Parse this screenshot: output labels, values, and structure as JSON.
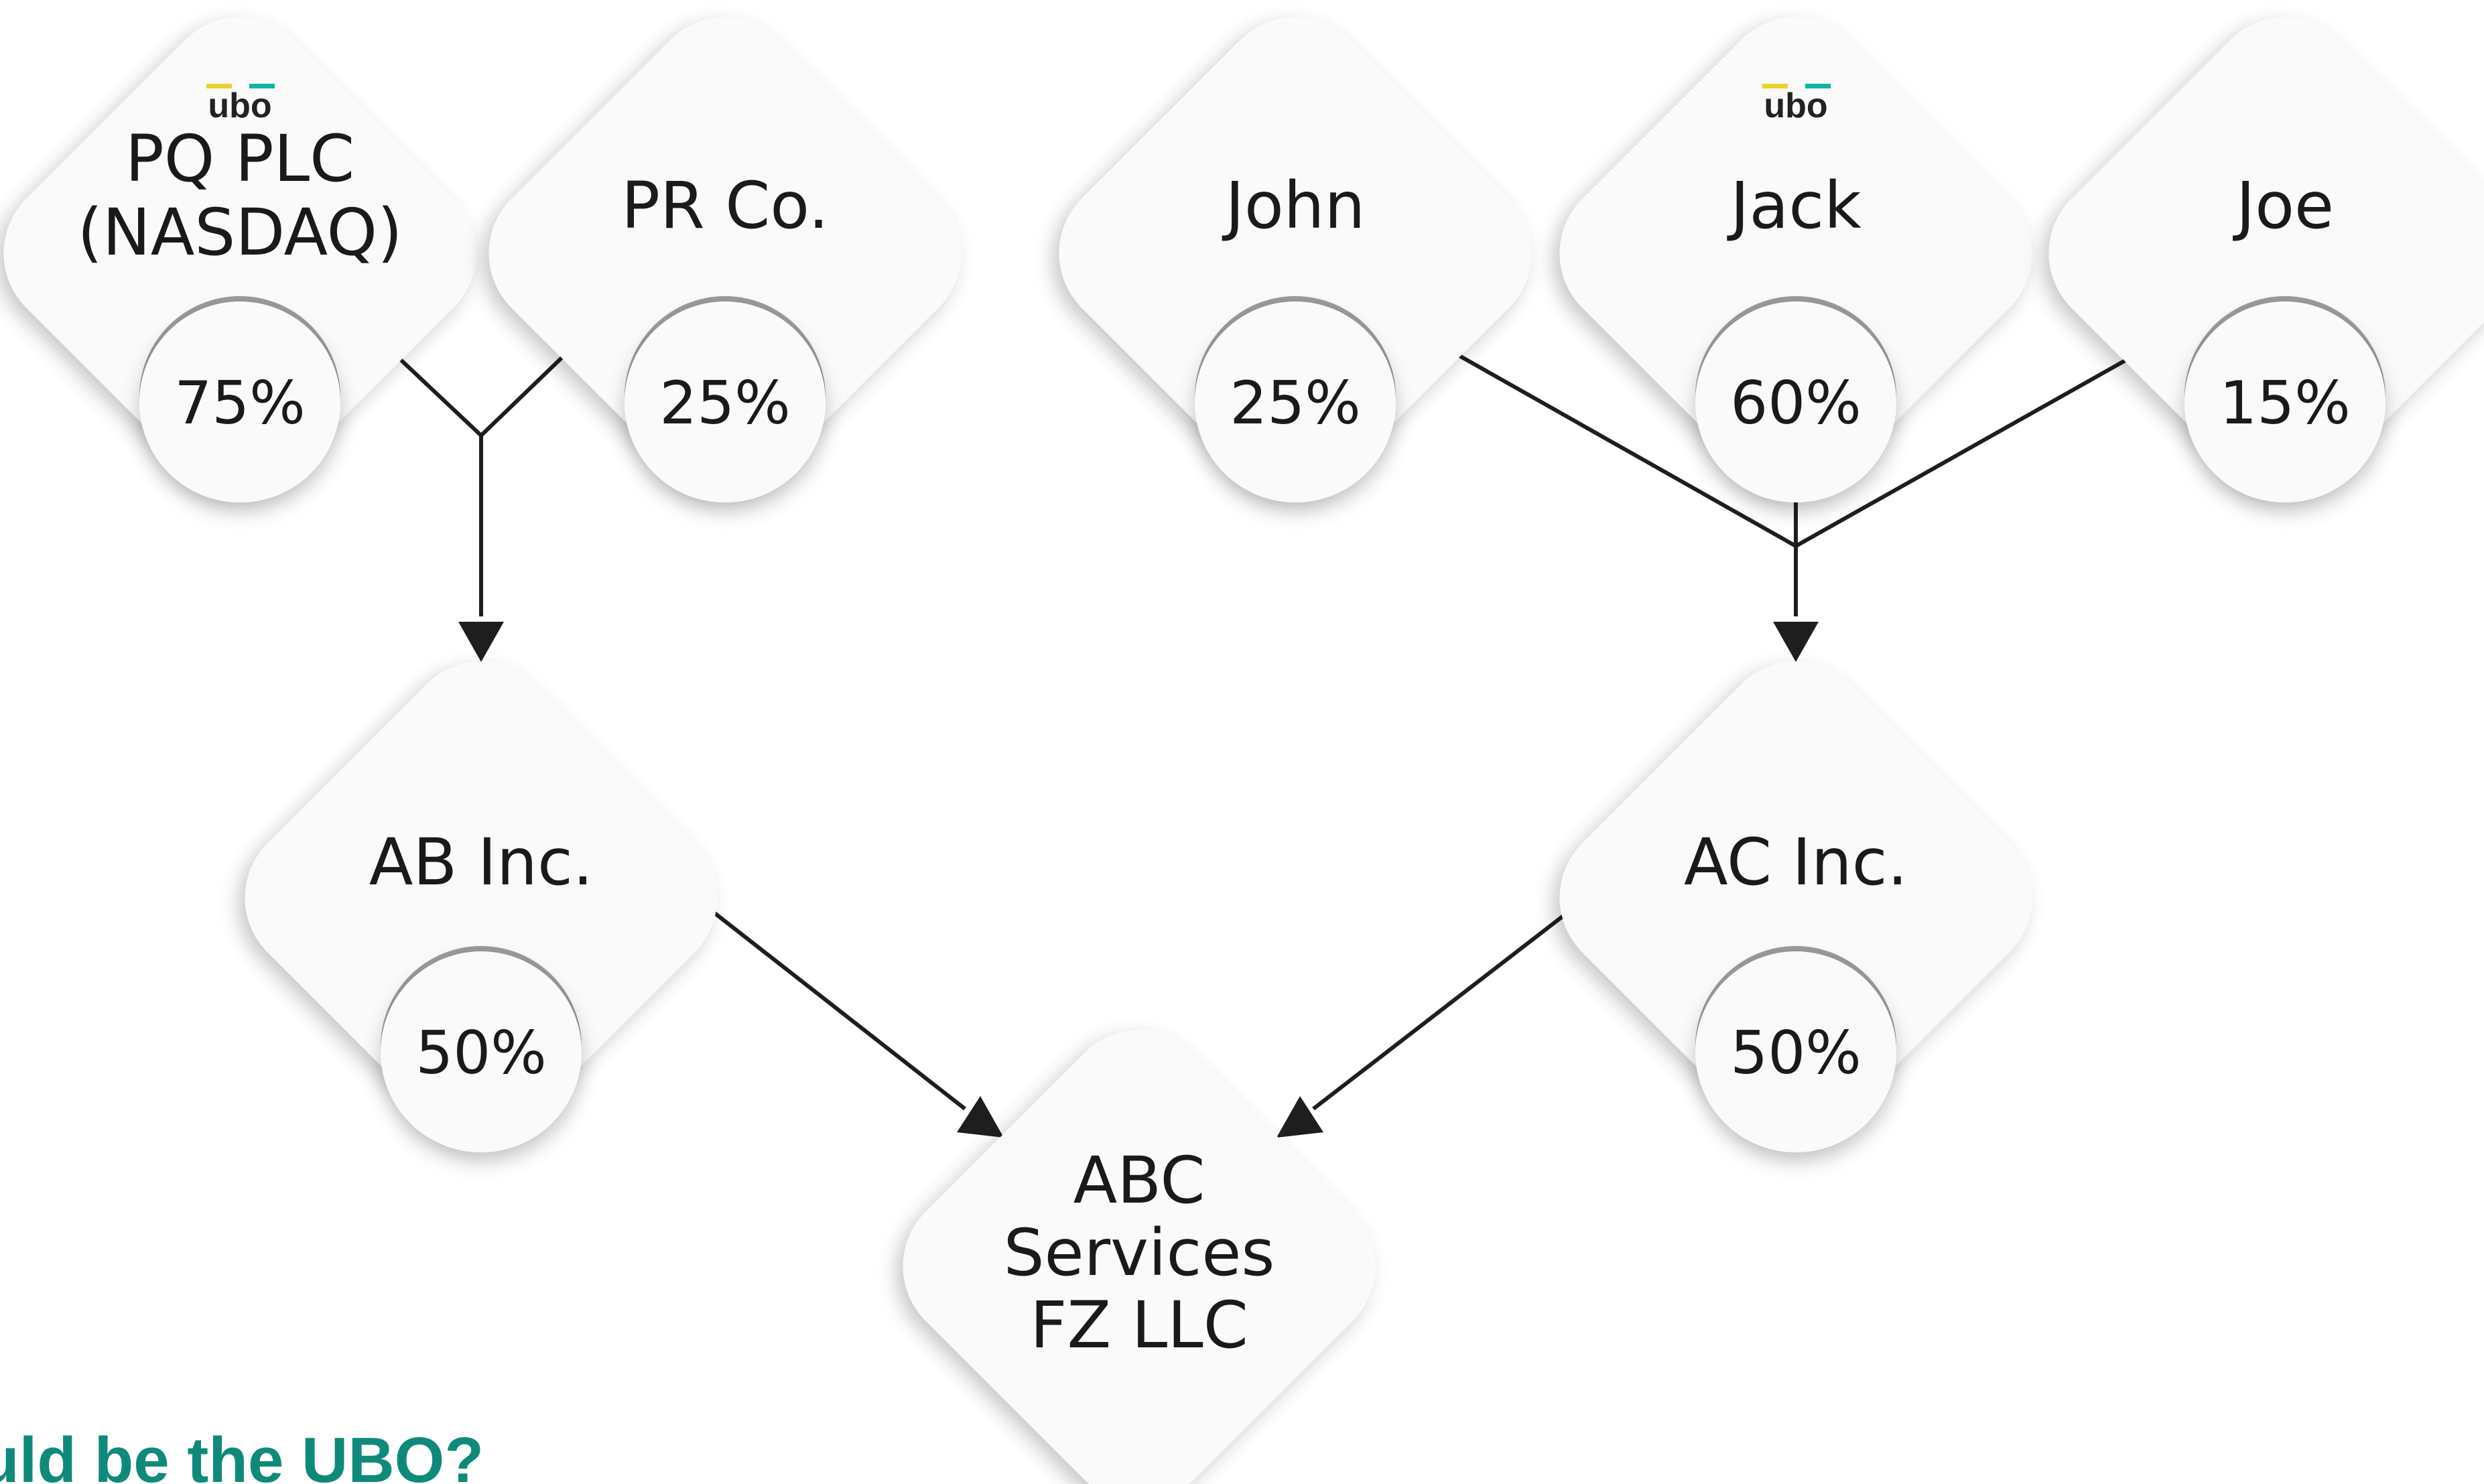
{
  "brand": {
    "logo_text": "ubo",
    "accent_teal": "#12b3a0",
    "accent_yellow": "#e8d22b"
  },
  "colors": {
    "node_fill": "#fafafa",
    "node_shadow": "#bdbdbd",
    "connector": "#1e1e1e",
    "text": "#1a1a1a",
    "question_text": "#0f8a7a"
  },
  "nodes": [
    {
      "id": "pq",
      "lines": [
        "PQ PLC",
        "(NASDAQ)"
      ],
      "percent": "75%",
      "ubo_logo": true
    },
    {
      "id": "pr",
      "lines": [
        "PR Co."
      ],
      "percent": "25%",
      "ubo_logo": false
    },
    {
      "id": "john",
      "lines": [
        "John"
      ],
      "percent": "25%",
      "ubo_logo": false
    },
    {
      "id": "jack",
      "lines": [
        "Jack"
      ],
      "percent": "60%",
      "ubo_logo": true
    },
    {
      "id": "joe",
      "lines": [
        "Joe"
      ],
      "percent": "15%",
      "ubo_logo": false
    },
    {
      "id": "ab",
      "lines": [
        "AB Inc."
      ],
      "percent": "50%",
      "ubo_logo": false
    },
    {
      "id": "ac",
      "lines": [
        "AC Inc."
      ],
      "percent": "50%",
      "ubo_logo": false
    },
    {
      "id": "abc",
      "lines": [
        "ABC",
        "Services",
        "FZ LLC"
      ],
      "percent": null,
      "ubo_logo": false
    }
  ],
  "edges": [
    {
      "from": "pq",
      "to": "ab"
    },
    {
      "from": "pr",
      "to": "ab"
    },
    {
      "from": "john",
      "to": "ac"
    },
    {
      "from": "jack",
      "to": "ac"
    },
    {
      "from": "joe",
      "to": "ac"
    },
    {
      "from": "ab",
      "to": "abc"
    },
    {
      "from": "ac",
      "to": "abc"
    }
  ],
  "question": {
    "text": "uld be the UBO?"
  }
}
